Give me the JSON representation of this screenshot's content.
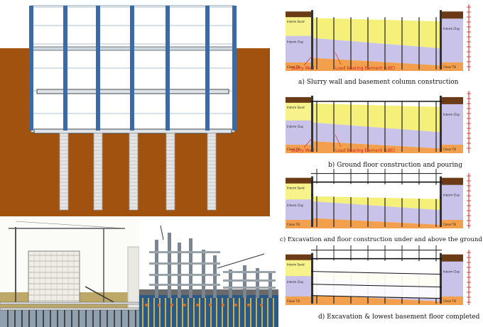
{
  "stages": [
    {
      "caption": "a) Slurry wall and basement column construction",
      "labels": {
        "slurry_wall": "Slurry Wall",
        "lbe": "Load Bearing Element (LBE)",
        "sand": "Interm Sand",
        "clay": "Interm Clay",
        "till": "Clean Till"
      }
    },
    {
      "caption": "b) Ground floor construction and pouring",
      "labels": {
        "slurry_wall": "Slurry Wall",
        "lbe": "Load Bearing Element (LBE)",
        "sand": "Interm Sand",
        "clay": "Interm Clay",
        "till": "Clean Till"
      }
    },
    {
      "caption": "c) Excavation and floor construction under and above the ground floor",
      "labels": {
        "slurry_wall": "",
        "lbe": "",
        "sand": "Interm Sand",
        "clay": "Interm Clay",
        "till": "Clean Till"
      }
    },
    {
      "caption": "d) Excavation & lowest basement floor completed",
      "labels": {
        "slurry_wall": "",
        "lbe": "",
        "sand": "Interm Sand",
        "clay": "Interm Clay",
        "till": "Clean Till"
      }
    }
  ],
  "colors": {
    "soil": "#a0520e",
    "glass": "#ffffff",
    "column_blue": "#3a6aa8",
    "sand_yellow": "#f4f07a",
    "clay_lilac": "#c9c3ea",
    "till_orange": "#f3a04e",
    "red": "#d42020"
  }
}
